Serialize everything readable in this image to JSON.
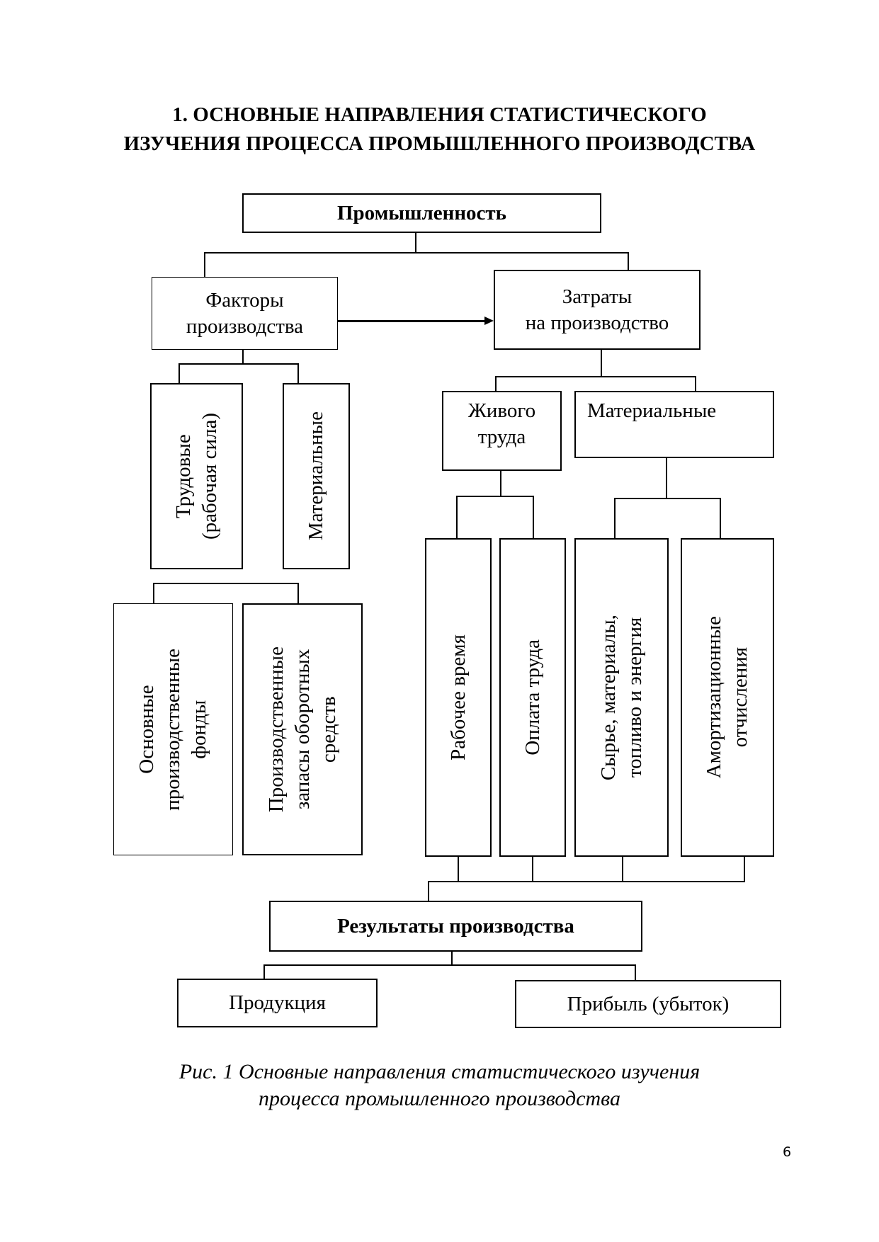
{
  "heading": {
    "line1": "1. ОСНОВНЫЕ НАПРАВЛЕНИЯ СТАТИСТИЧЕСКОГО",
    "line2": "ИЗУЧЕНИЯ ПРОЦЕССА ПРОМЫШЛЕННОГО ПРОИЗВОДСТВА"
  },
  "diagram": {
    "root": "Промышленность",
    "factors": {
      "line1": "Факторы",
      "line2": "производства"
    },
    "costs": {
      "line1": "Затраты",
      "line2": "на производство"
    },
    "factor_labor": {
      "line1": "Трудовые",
      "line2": "(рабочая сила)"
    },
    "factor_material": "Материальные",
    "fixed_assets": {
      "line1": "Основные",
      "line2": "производственные",
      "line3": "фонды"
    },
    "working_stocks": {
      "line1": "Производственные",
      "line2": "запасы оборотных",
      "line3": "средств"
    },
    "live_labor": {
      "line1": "Живого",
      "line2": "труда"
    },
    "material_costs": "Материальные",
    "working_time": "Рабочее время",
    "wages": "Оплата труда",
    "raw_materials": {
      "line1": "Сырье, материалы,",
      "line2": "топливо и энергия"
    },
    "depreciation": {
      "line1": "Амортизационные",
      "line2": "отчисления"
    },
    "results": "Результаты производства",
    "products": "Продукция",
    "profit": "Прибыль (убыток)"
  },
  "caption": {
    "line1": "Рис. 1 Основные направления статистического изучения",
    "line2": "процесса промышленного производства"
  },
  "page_number": "6"
}
